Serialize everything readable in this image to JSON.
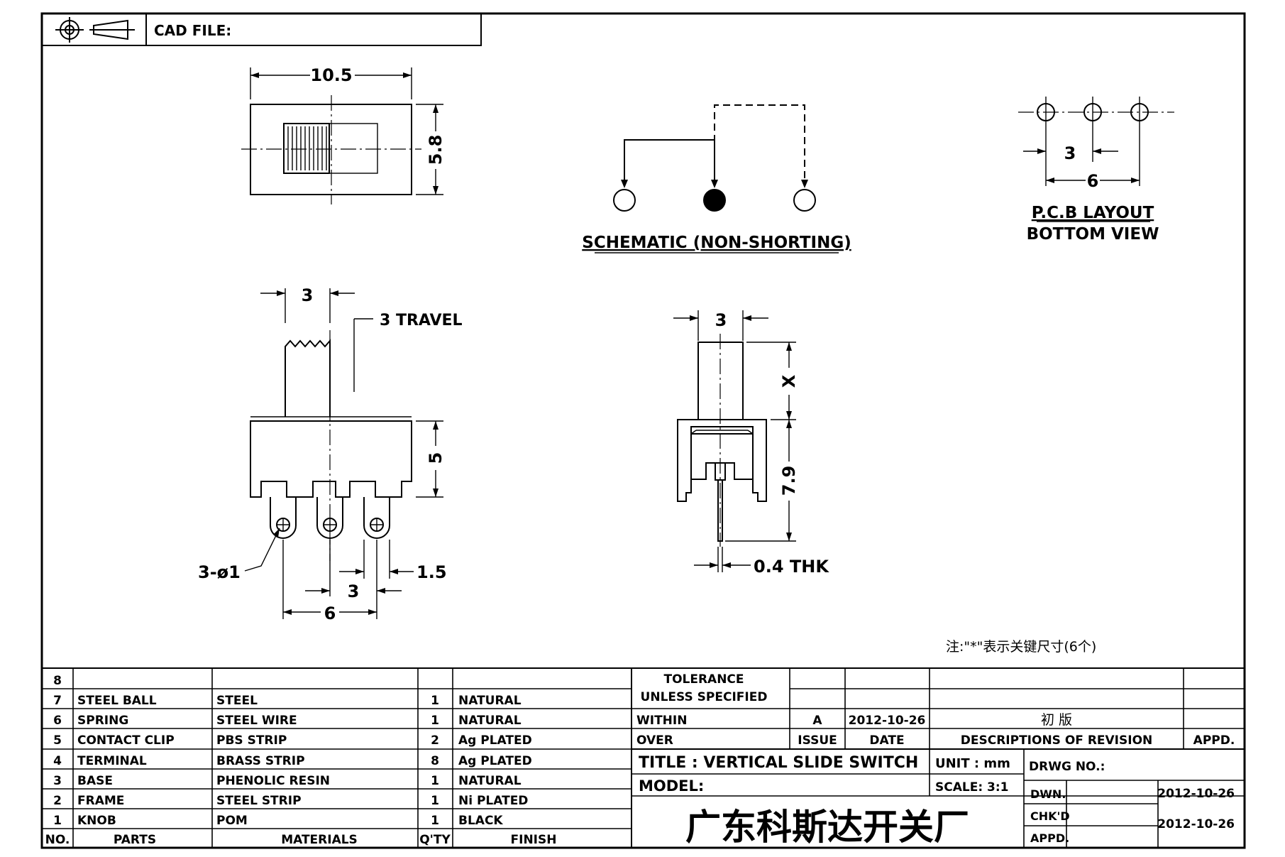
{
  "header": {
    "cad_file_label": "CAD FILE:"
  },
  "top_view": {
    "width_dim": "10.5",
    "height_dim": "5.8"
  },
  "schematic": {
    "caption": "SCHEMATIC (NON-SHORTING)"
  },
  "pcb": {
    "pitch_dim": "3",
    "span_dim": "6",
    "caption_line1": "P.C.B LAYOUT",
    "caption_line2": "BOTTOM VIEW"
  },
  "side_view": {
    "knob_width_dim": "3",
    "travel_note": "3 TRAVEL",
    "base_height_dim": "5",
    "hole_note": "3-ø1",
    "terminal_width_dim": "1.5",
    "pitch_dim": "3",
    "span_dim": "6"
  },
  "end_view": {
    "knob_width_dim": "3",
    "knob_height_dim": "X",
    "body_height_dim": "7.9",
    "thickness_note": "0.4 THK"
  },
  "note": "注:\"*\"表示关键尺寸(6个)",
  "bom": {
    "rows": [
      {
        "no": "8",
        "part": "",
        "material": "",
        "qty": "",
        "finish": ""
      },
      {
        "no": "7",
        "part": "STEEL BALL",
        "material": "STEEL",
        "qty": "1",
        "finish": "NATURAL"
      },
      {
        "no": "6",
        "part": "SPRING",
        "material": "STEEL WIRE",
        "qty": "1",
        "finish": "NATURAL"
      },
      {
        "no": "5",
        "part": "CONTACT CLIP",
        "material": "PBS STRIP",
        "qty": "2",
        "finish": "Ag PLATED"
      },
      {
        "no": "4",
        "part": "TERMINAL",
        "material": "BRASS STRIP",
        "qty": "8",
        "finish": "Ag PLATED"
      },
      {
        "no": "3",
        "part": "BASE",
        "material": "PHENOLIC RESIN",
        "qty": "1",
        "finish": "NATURAL"
      },
      {
        "no": "2",
        "part": "FRAME",
        "material": "STEEL STRIP",
        "qty": "1",
        "finish": "Ni PLATED"
      },
      {
        "no": "1",
        "part": "KNOB",
        "material": "POM",
        "qty": "1",
        "finish": "BLACK"
      }
    ],
    "headers": {
      "no": "NO.",
      "parts": "PARTS",
      "materials": "MATERIALS",
      "qty": "Q'TY",
      "finish": "FINISH"
    }
  },
  "title_block": {
    "tolerance_line1": "TOLERANCE",
    "tolerance_line2": "UNLESS  SPECIFIED",
    "within": "WITHIN",
    "over": "OVER",
    "issue_value": "A",
    "date_value": "2012-10-26",
    "revision_desc": "初  版",
    "issue_label": "ISSUE",
    "date_label": "DATE",
    "desc_label": "DESCRIPTIONS OF REVISION",
    "appd_label": "APPD.",
    "title": "TITLE :  VERTICAL SLIDE SWITCH",
    "unit": "UNIT :  mm",
    "drwg_no": "DRWG NO.:",
    "model": "MODEL:",
    "scale": "SCALE:  3:1",
    "company": "广东科斯达开关厂",
    "dwn_label": "DWN.",
    "dwn_date": "2012-10-26",
    "chkd_label": "CHK'D",
    "chkd_date": "2012-10-26",
    "appd2_label": "APPD."
  }
}
